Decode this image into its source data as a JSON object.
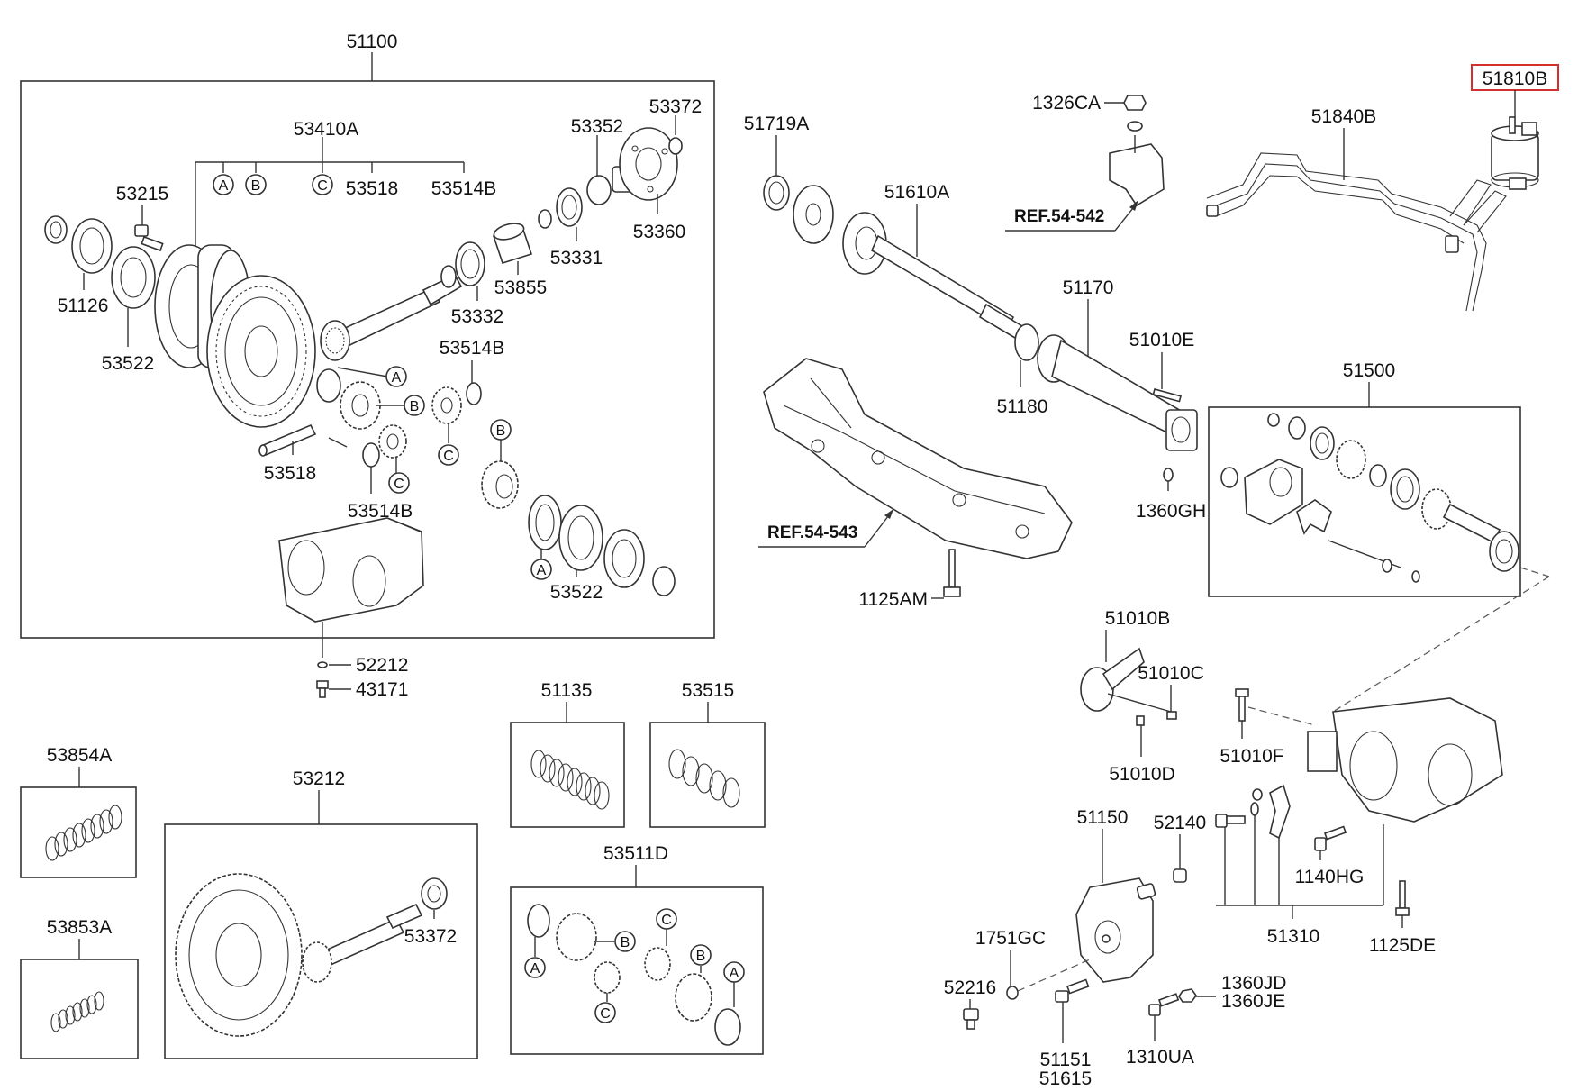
{
  "labels": {
    "l51100": "51100",
    "l53410A": "53410A",
    "l53518a": "53518",
    "l53514Ba": "53514B",
    "l53215": "53215",
    "l53352": "53352",
    "l53372a": "53372",
    "l53360": "53360",
    "l53331": "53331",
    "l53855": "53855",
    "l53332": "53332",
    "l51126": "51126",
    "l53522a": "53522",
    "l53514Bb": "53514B",
    "l53518b": "53518",
    "l53514Bc": "53514B",
    "l53522b": "53522",
    "l52212": "52212",
    "l43171": "43171",
    "l51719A": "51719A",
    "l51610A": "51610A",
    "l1326CA": "1326CA",
    "l51840B": "51840B",
    "l51810B": "51810B",
    "l51170": "51170",
    "l51010E": "51010E",
    "l51180": "51180",
    "l51500": "51500",
    "l1360GH": "1360GH",
    "l1125AM": "1125AM",
    "l51010B": "51010B",
    "l51010C": "51010C",
    "l51010D": "51010D",
    "l51010F": "51010F",
    "l51150": "51150",
    "l52140": "52140",
    "l1140HG": "1140HG",
    "l51310": "51310",
    "l1125DE": "1125DE",
    "l1751GC": "1751GC",
    "l52216": "52216",
    "l51151": "51151",
    "l51615": "51615",
    "l1310UA": "1310UA",
    "l1360JD": "1360JD",
    "l1360JE": "1360JE",
    "l53854A": "53854A",
    "l53853A": "53853A",
    "l53212": "53212",
    "l53372b": "53372",
    "l51135": "51135",
    "l53515": "53515",
    "l53511D": "53511D"
  },
  "refs": {
    "r542": "REF.54-542",
    "r543": "REF.54-543"
  },
  "circles": {
    "A": "A",
    "B": "B",
    "C": "C"
  },
  "highlight_color": "#d32f2f"
}
